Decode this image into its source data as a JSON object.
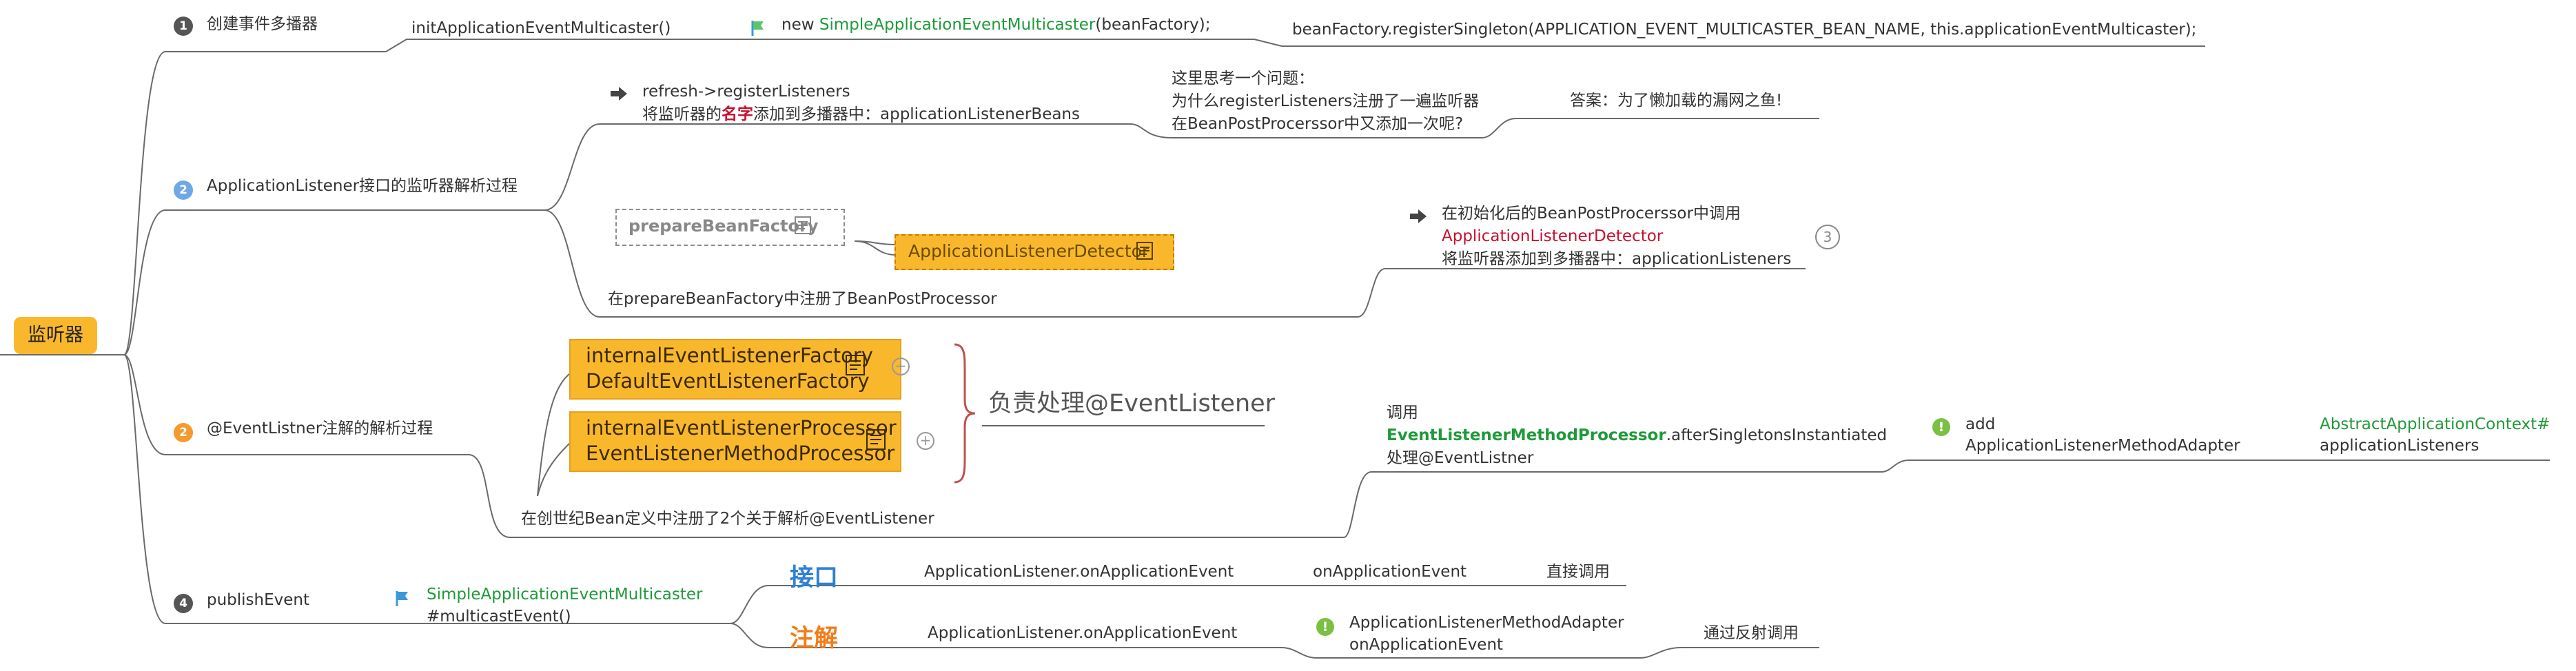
{
  "root": "监听器",
  "branch1": {
    "num": "1",
    "label": "创建事件多播器",
    "call": "initApplicationEventMulticaster()",
    "new_prefix": "new ",
    "new_class": "SimpleApplicationEventMulticaster",
    "new_suffix": "(beanFactory);",
    "register": "beanFactory.registerSingleton(APPLICATION_EVENT_MULTICASTER_BEAN_NAME, this.applicationEventMulticaster);"
  },
  "branch2": {
    "num": "2",
    "label": "ApplicationListener接口的监听器解析过程",
    "refresh_line1": "refresh->registerListeners",
    "refresh_line2_a": "将监听器的",
    "refresh_line2_b": "名字",
    "refresh_line2_c": "添加到多播器中：applicationListenerBeans",
    "question_line1": "这里思考一个问题：",
    "question_line2": "为什么registerListeners注册了一遍监听器",
    "question_line3": "在BeanPostProcerssor中又添加一次呢?",
    "answer": "答案：为了懒加载的漏网之鱼!",
    "prepare_box": "prepareBeanFactory",
    "detector_box": "ApplicationListenerDetector",
    "prepare_note": "在prepareBeanFactory中注册了BeanPostProcessor",
    "init_line1": "在初始化后的BeanPostProcerssor中调用",
    "init_line2": "ApplicationListenerDetector",
    "init_line3": "将监听器添加到多播器中：applicationListeners",
    "circle": "3"
  },
  "branch3": {
    "num": "2",
    "label": "@EventListner注解的解析过程",
    "box1_line1": "internalEventListenerFactory",
    "box1_line2": "DefaultEventListenerFactory",
    "box2_line1": "internalEventListenerProcessor",
    "box2_line2": "EventListenerMethodProcessor",
    "brace_label": "负责处理@EventListener",
    "note": "在创世纪Bean定义中注册了2个关于解析@EventListener",
    "call_line1": "调用",
    "call_line2_a": "EventListenerMethodProcessor",
    "call_line2_b": ".afterSingletonsInstantiated",
    "call_line3": "处理@EventListner",
    "add_line1": "add",
    "add_line2": "ApplicationListenerMethodAdapter",
    "ctx_line1": "AbstractApplicationContext#",
    "ctx_line2": "applicationListeners"
  },
  "branch4": {
    "num": "4",
    "label": "publishEvent",
    "multicaster_line1": "SimpleApplicationEventMulticaster",
    "multicaster_line2": "#multicastEvent()",
    "iface_label": "接口",
    "iface_call": "ApplicationListener.onApplicationEvent",
    "iface_method": "onApplicationEvent",
    "iface_direct": "直接调用",
    "anno_label": "注解",
    "anno_call": "ApplicationListener.onApplicationEvent",
    "anno_adapter_line1": "ApplicationListenerMethodAdapter",
    "anno_adapter_line2": "onApplicationEvent",
    "anno_reflect": "通过反射调用"
  },
  "colors": {
    "root": "#f9b82b",
    "green_text": "#1f9a3a",
    "red_text": "#c8102e",
    "link_blue": "#2e7fd6",
    "link_orange": "#f07d1a",
    "line": "#666666"
  }
}
